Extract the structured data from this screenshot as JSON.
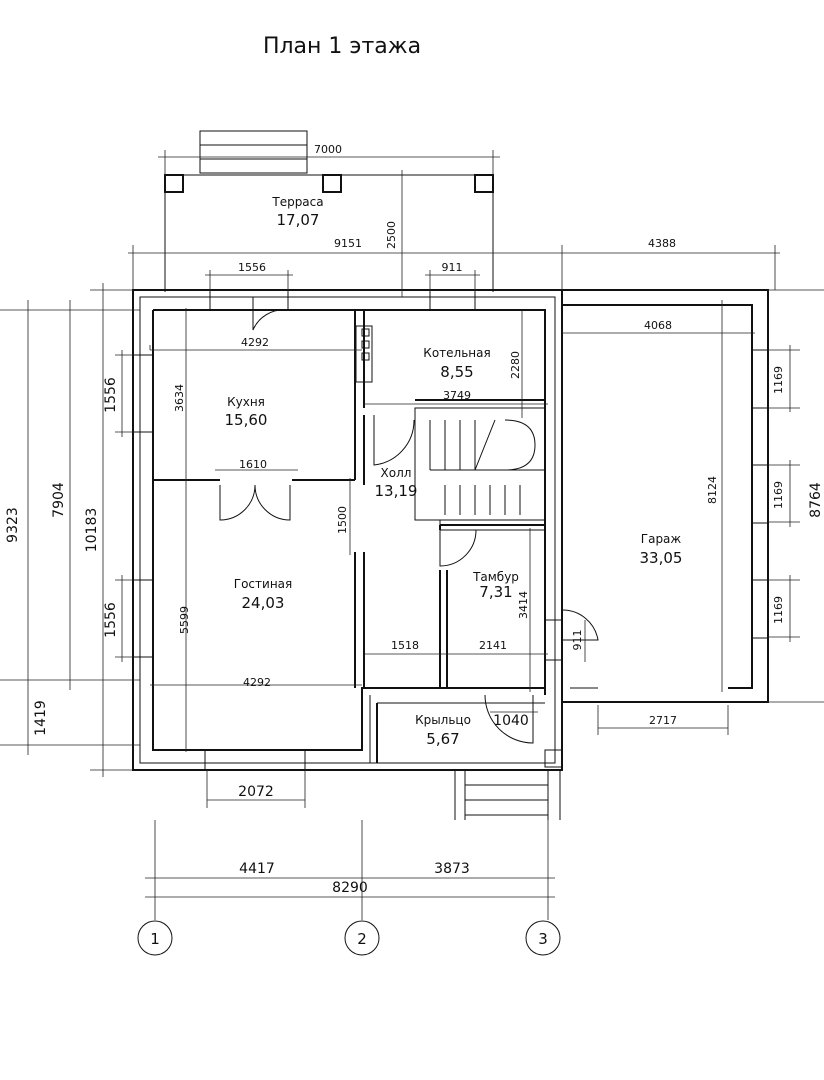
{
  "title": "План 1 этажа",
  "rooms": {
    "terrace": {
      "name": "Терраса",
      "area": "17,07"
    },
    "kitchen": {
      "name": "Кухня",
      "area": "15,60"
    },
    "boiler": {
      "name": "Котельная",
      "area": "8,55"
    },
    "hall": {
      "name": "Холл",
      "area": "13,19"
    },
    "living": {
      "name": "Гостиная",
      "area": "24,03"
    },
    "vestibule": {
      "name": "Тамбур",
      "area": "7,31"
    },
    "porch": {
      "name": "Крыльцо",
      "area": "5,67"
    },
    "garage": {
      "name": "Гараж",
      "area": "33,05"
    }
  },
  "dims": {
    "terrace_width": "7000",
    "terrace_depth": "2500",
    "overall_top": "9151",
    "garage_top": "4388",
    "window_top_left": "1556",
    "window_top_right": "911",
    "kitchen_width": "4292",
    "boiler_width": "3749",
    "boiler_depth": "2280",
    "kitchen_depth": "3634",
    "kitchen_door": "1610",
    "hall_1500": "1500",
    "living_depth": "5599",
    "living_width": "4292",
    "hall_1518": "1518",
    "vestibule_width": "2141",
    "vestibule_depth": "3414",
    "side_door": "911",
    "porch_door": "1040",
    "living_window": "2072",
    "garage_inner_width": "4068",
    "garage_inner_depth": "8124",
    "garage_outer_depth": "8764",
    "garage_window_1": "1169",
    "garage_window_2": "1169",
    "garage_window_3": "1169",
    "garage_gate": "2717",
    "left_9323": "9323",
    "left_7904": "7904",
    "left_10183": "10183",
    "left_window_1": "1556",
    "left_window_2": "1556",
    "left_1419": "1419",
    "bottom_axis_1_2": "4417",
    "bottom_axis_2_3": "3873",
    "bottom_total": "8290"
  },
  "axes": [
    "1",
    "2",
    "3"
  ]
}
